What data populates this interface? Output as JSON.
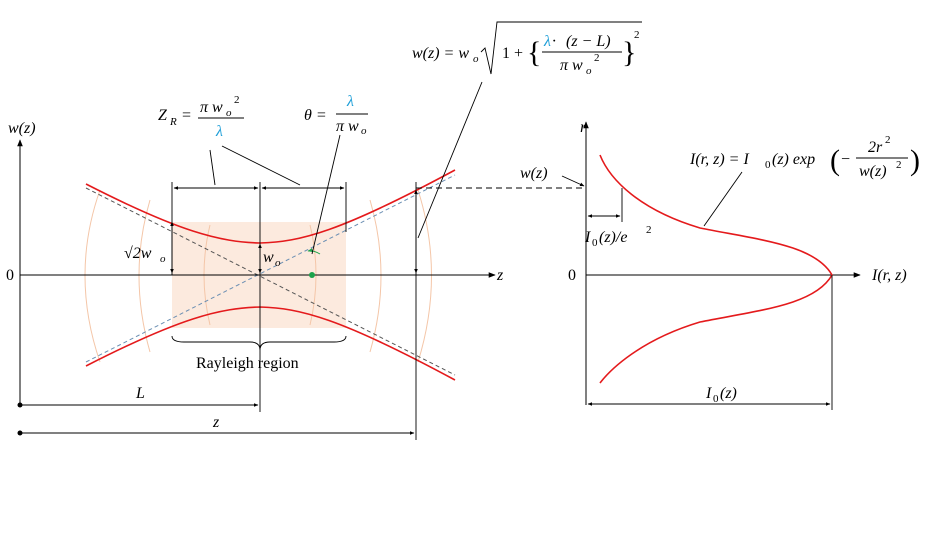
{
  "left_axes": {
    "y_label": "w(z)",
    "x_label": "z",
    "origin_label": "0"
  },
  "right_axes": {
    "y_label": "r",
    "x_label": "I(r, z)",
    "origin_label": "0"
  },
  "labels": {
    "rayleigh_range": "Z",
    "rayleigh_range_sub": "R",
    "rayleigh_eq": "=",
    "pi_w0_sq": "π w",
    "w0_sub": "o",
    "sq": "2",
    "lambda": "λ",
    "theta_eq": "θ =",
    "theta_den": "π w",
    "beam_radius_formula_lhs": "w(z) = w",
    "beam_radius_one_plus": "1 +",
    "beam_radius_num": "(z − L)",
    "beam_radius_dot": " · ",
    "sqrt2_w0": "√2w",
    "w0_label": "w",
    "rayleigh_region": "Rayleigh region",
    "L_label": "L",
    "z_label": "z",
    "w_z_label": "w(z)",
    "intensity_formula_lhs": "I(r, z) = I",
    "intensity_formula_zero": "0",
    "intensity_formula_mid": "(z) exp",
    "intensity_num": "2r",
    "intensity_num_sup": "2",
    "intensity_den": "w(z)",
    "intensity_den_sup": "2",
    "intensity_minus": "−",
    "i0_e2": "I",
    "i0_e2_rest": "(z)/e",
    "i0_e2_sup": "2",
    "i0_label": "I",
    "i0_label_rest": "(z)"
  },
  "colors": {
    "beam": "#e41a1c",
    "rayleigh_fill": "#fbe3d3",
    "lambda_blue": "#1f9fd8",
    "angle_green": "#1aa34a"
  }
}
